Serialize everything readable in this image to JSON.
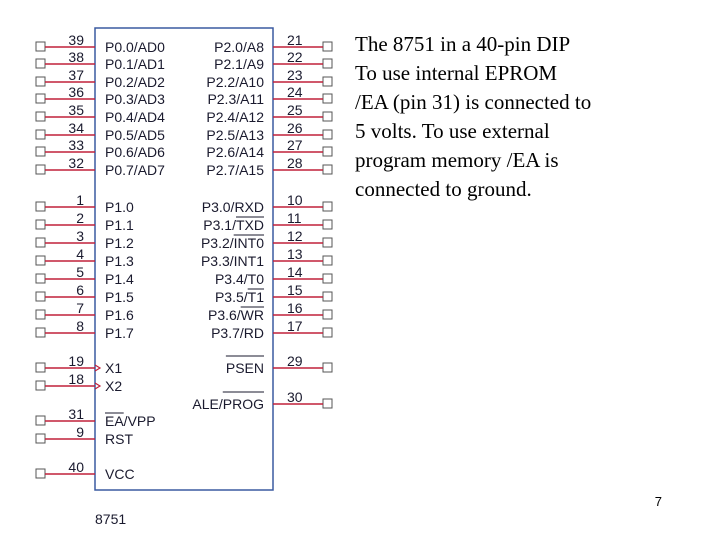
{
  "caption": {
    "lines": [
      "The 8751 in a 40-pin DIP",
      "To use internal EPROM",
      "/EA (pin 31) is connected to",
      "5 volts. To use external",
      "program memory /EA is",
      "connected to ground."
    ]
  },
  "page_number": "7",
  "chip": {
    "label": "8751",
    "left_pins": [
      {
        "num": "39",
        "name": "P0.0/AD0"
      },
      {
        "num": "38",
        "name": "P0.1/AD1"
      },
      {
        "num": "37",
        "name": "P0.2/AD2"
      },
      {
        "num": "36",
        "name": "P0.3/AD3"
      },
      {
        "num": "35",
        "name": "P0.4/AD4"
      },
      {
        "num": "34",
        "name": "P0.5/AD5"
      },
      {
        "num": "33",
        "name": "P0.6/AD6"
      },
      {
        "num": "32",
        "name": "P0.7/AD7"
      },
      {
        "num": "1",
        "name": "P1.0"
      },
      {
        "num": "2",
        "name": "P1.1"
      },
      {
        "num": "3",
        "name": "P1.2"
      },
      {
        "num": "4",
        "name": "P1.3"
      },
      {
        "num": "5",
        "name": "P1.4"
      },
      {
        "num": "6",
        "name": "P1.5"
      },
      {
        "num": "7",
        "name": "P1.6"
      },
      {
        "num": "8",
        "name": "P1.7"
      },
      {
        "num": "19",
        "name": "X1"
      },
      {
        "num": "18",
        "name": "X2"
      },
      {
        "num": "31",
        "name": "EA/VPP",
        "overbar": "EA"
      },
      {
        "num": "9",
        "name": "RST"
      },
      {
        "num": "40",
        "name": "VCC"
      }
    ],
    "right_pins": [
      {
        "num": "21",
        "name": "P2.0/A8"
      },
      {
        "num": "22",
        "name": "P2.1/A9"
      },
      {
        "num": "23",
        "name": "P2.2/A10"
      },
      {
        "num": "24",
        "name": "P2.3/A11"
      },
      {
        "num": "25",
        "name": "P2.4/A12"
      },
      {
        "num": "26",
        "name": "P2.5/A13"
      },
      {
        "num": "27",
        "name": "P2.6/A14"
      },
      {
        "num": "28",
        "name": "P2.7/A15"
      },
      {
        "num": "10",
        "name": "P3.0/RXD"
      },
      {
        "num": "11",
        "name": "P3.1/TXD",
        "overbar": "TXD"
      },
      {
        "num": "12",
        "name": "P3.2/INT0",
        "overbar": "INT0"
      },
      {
        "num": "13",
        "name": "P3.3/INT1"
      },
      {
        "num": "14",
        "name": "P3.4/T0"
      },
      {
        "num": "15",
        "name": "P3.5/T1",
        "overbar": "T1"
      },
      {
        "num": "16",
        "name": "P3.6/WR",
        "overbar": "WR"
      },
      {
        "num": "17",
        "name": "P3.7/RD"
      },
      {
        "num": "29",
        "name": "PSEN",
        "overbar": "PSEN"
      },
      {
        "num": "30",
        "name": "ALE/PROG",
        "overbar": "PROG"
      }
    ]
  },
  "colors": {
    "chip_border": "#3a5aa0",
    "pin_line": "#c0203a",
    "pin_text": "#1a1a2e",
    "terminal": "#555555",
    "caption_text": "#000000"
  }
}
